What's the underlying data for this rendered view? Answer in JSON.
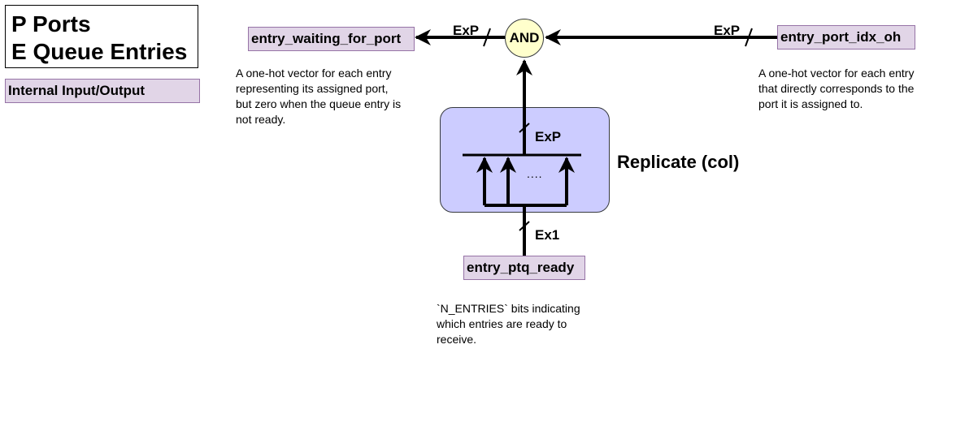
{
  "legend": {
    "line1": "P Ports",
    "line2": "E Queue Entries",
    "internal_label": "Internal Input/Output"
  },
  "signals": {
    "output": "entry_waiting_for_port",
    "input_right": "entry_port_idx_oh",
    "input_bottom": "entry_ptq_ready"
  },
  "notes": {
    "output_desc": "A one-hot vector for each entry\nrepresenting its assigned port,\nbut zero when the queue entry is\nnot ready.",
    "input_right_desc": "A one-hot vector for each entry\nthat directly corresponds to the\nport it is assigned to.",
    "input_bottom_desc": "`N_ENTRIES` bits indicating\nwhich entries are ready to\nreceive."
  },
  "gate_label": "AND",
  "block_label": "Replicate (col)",
  "bus_widths": {
    "and_to_output": "ExP",
    "right_to_and": "ExP",
    "replicate_to_and": "ExP",
    "ready_to_replicate": "Ex1"
  },
  "dots": "....",
  "colors": {
    "signal_fill": "#e1d5e7",
    "signal_stroke": "#9673a6",
    "block_fill": "#ccccff",
    "gate_fill": "#ffffcc"
  }
}
